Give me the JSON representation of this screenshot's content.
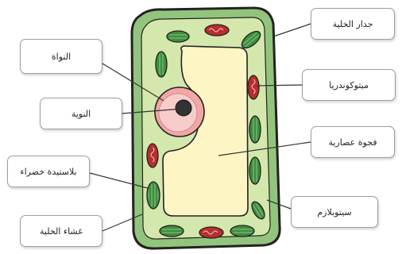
{
  "labels": {
    "cell_wall": "جدار الخلية",
    "mitochondria": "ميتوكوندريا",
    "vacuole": "فجوة عصارية",
    "cytoplasm": "سيتوبلازم",
    "nucleus": "النواة",
    "nucleolus": "النوية",
    "chloroplast": "بلاستيدة خضراء",
    "cell_membrane": "غشاء الخلية"
  },
  "colors": {
    "cytoplasm": "#d4e7ad",
    "cell_membrane_fill": "#93c47d",
    "vacuole": "#fef5c5",
    "nucleus": "#f2a6a6",
    "nucleus_inner": "#f9cccc",
    "nucleolus": "#333333",
    "chloroplast": "#3d8f3b",
    "mitochondria": "#b82d2d",
    "outline": "#222222"
  }
}
